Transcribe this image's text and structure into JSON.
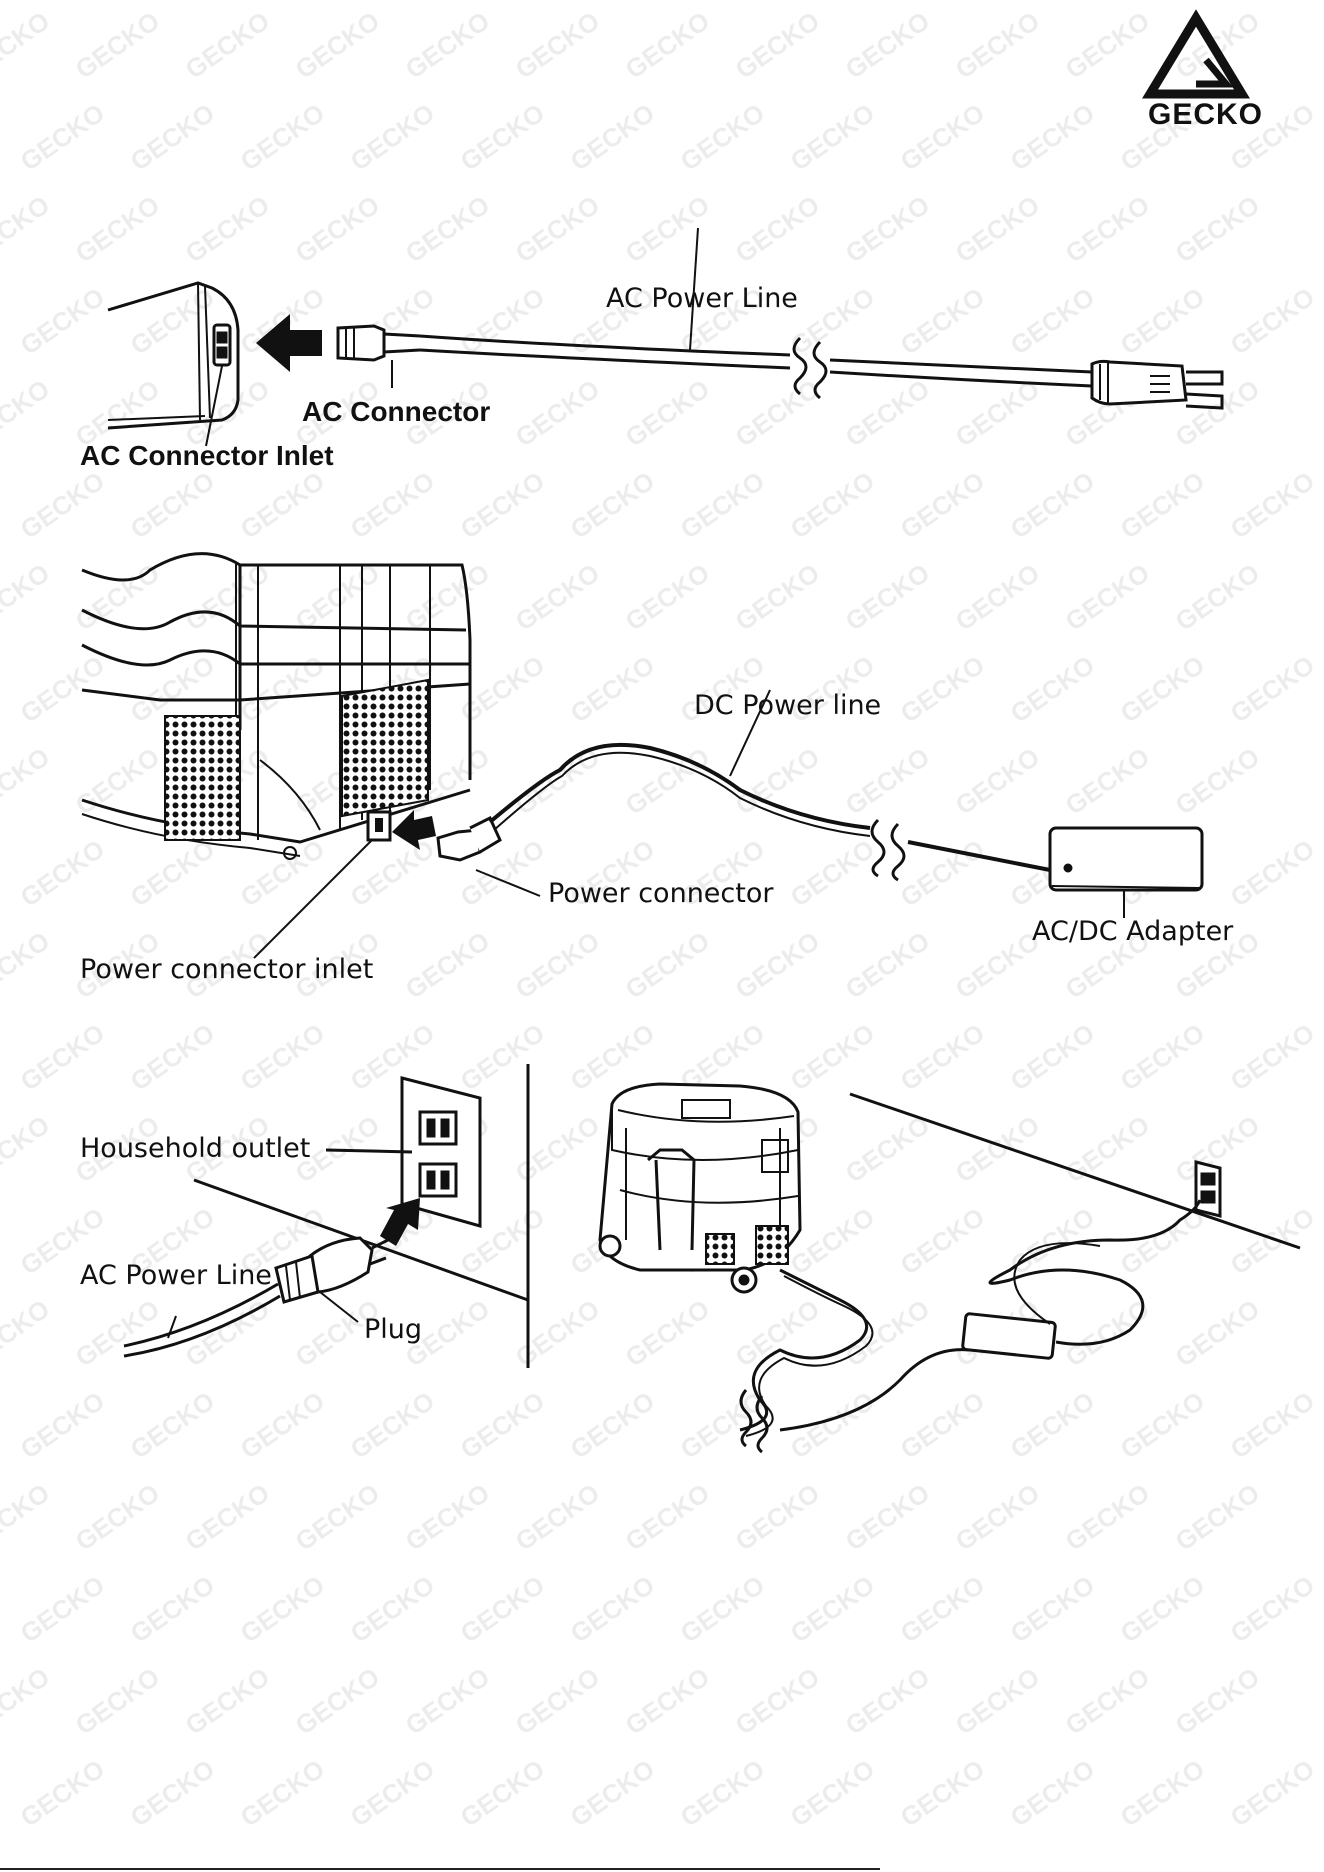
{
  "brand": {
    "logo_text": "GECKO",
    "watermark_text": "GECKO"
  },
  "figure1": {
    "ac_power_line": "AC Power Line",
    "ac_connector": "AC Connector",
    "ac_connector_inlet": "AC Connector Inlet"
  },
  "figure2": {
    "dc_power_line": "DC Power line",
    "power_connector": "Power connector",
    "power_connector_inlet": "Power connector inlet",
    "ac_dc_adapter": "AC/DC Adapter"
  },
  "figure3": {
    "household_outlet": "Household outlet",
    "ac_power_line": "AC Power Line",
    "plug": "Plug"
  },
  "colors": {
    "ink": "#111111",
    "watermark": "#d9d9d9",
    "background": "#ffffff"
  }
}
